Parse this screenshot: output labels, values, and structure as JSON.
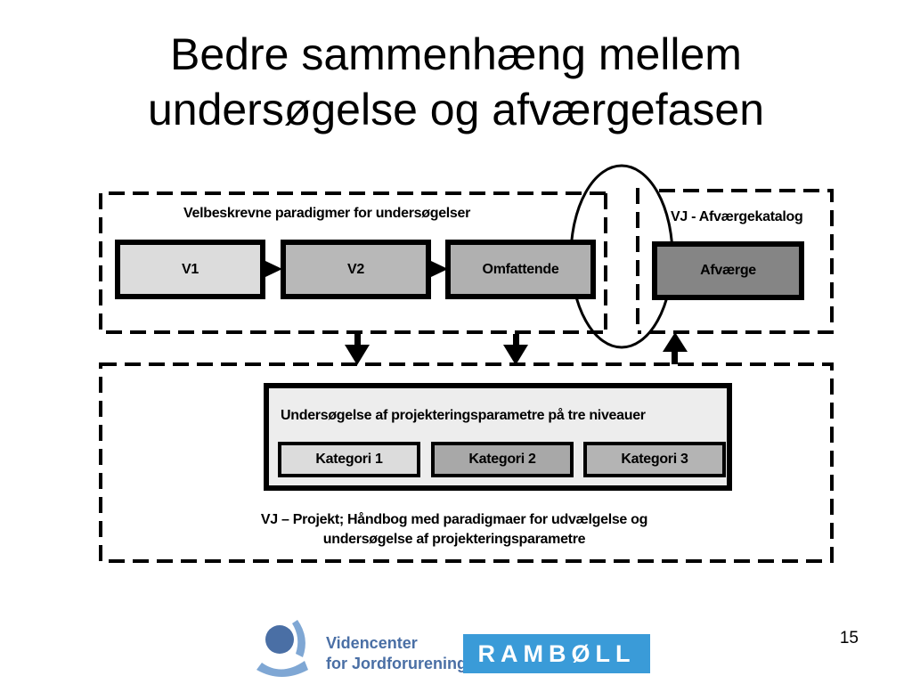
{
  "slide": {
    "title_line1": "Bedre sammenhæng mellem",
    "title_line2": "undersøgelse og afværgefasen",
    "number": "15"
  },
  "diagram": {
    "top_section_label": "Velbeskrevne paradigmer for undersøgelser",
    "phases": [
      "V1",
      "V2",
      "Omfattende"
    ],
    "catalog_label": "VJ - Afværgekatalog",
    "catalog_box": "Afværge",
    "inner_box_label": "Undersøgelse af projekteringsparametre på tre niveauer",
    "categories": [
      "Kategori 1",
      "Kategori 2",
      "Kategori 3"
    ],
    "bottom_caption_line1": "VJ – Projekt; Håndbog med paradigmaer for udvælgelse og",
    "bottom_caption_line2": "undersøgelse af projekteringsparametre"
  },
  "logos": {
    "videncenter_line1": "Videncenter",
    "videncenter_line2": "for Jordforurening",
    "ramboll": "RAMBØLL"
  },
  "colors": {
    "v1_fill": "#dcdcdc",
    "v2_fill": "#b8b8b8",
    "omfattende_fill": "#b0b0b0",
    "afvaerge_fill": "#858585",
    "kategori1_fill": "#dcdcdc",
    "kategori2_fill": "#a8a8a8",
    "kategori3_fill": "#b4b4b4",
    "ramboll_blue": "#3a9bd8",
    "videncenter_blue": "#4a6fa5"
  }
}
